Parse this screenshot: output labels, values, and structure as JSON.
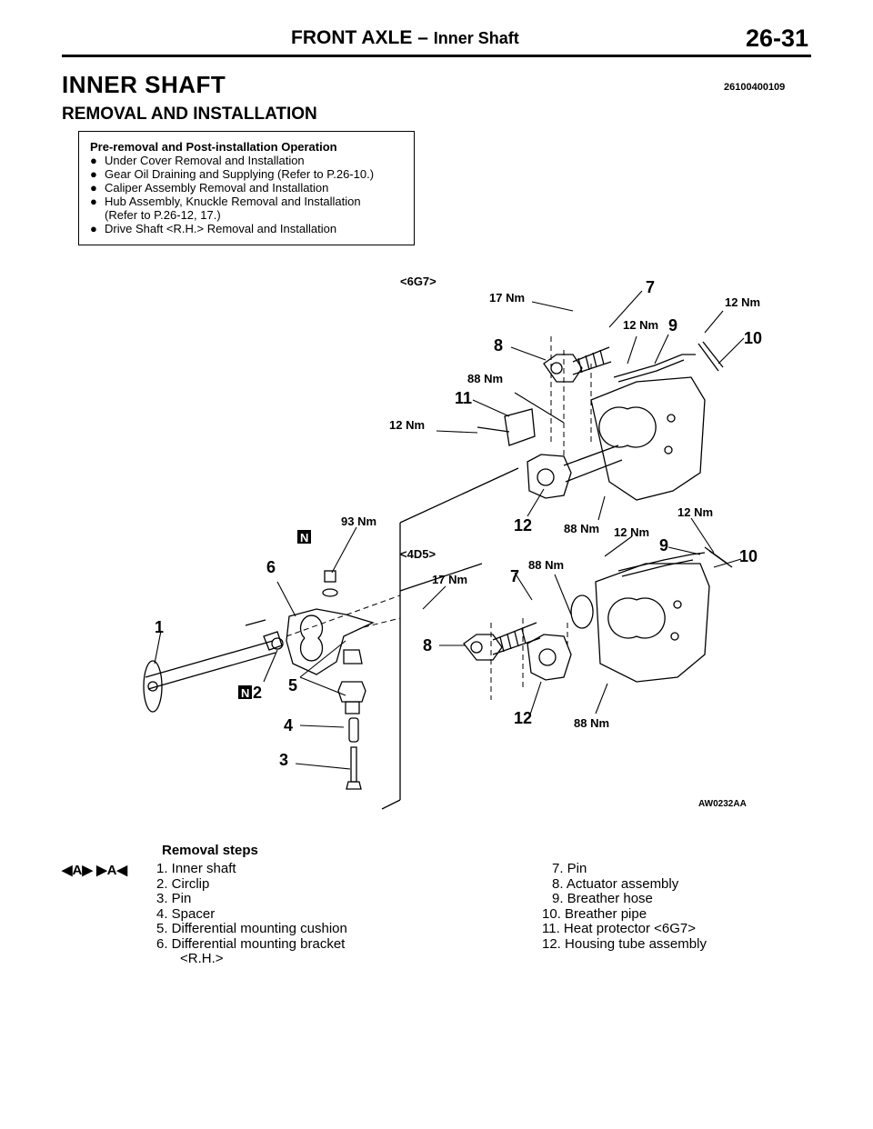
{
  "header": {
    "chapter": "FRONT AXLE",
    "dash": "–",
    "topic": "Inner Shaft",
    "page_no": "26-31"
  },
  "section": {
    "title": "INNER SHAFT",
    "code": "26100400109",
    "subtitle": "REMOVAL AND INSTALLATION"
  },
  "pre_op": {
    "title": "Pre-removal and Post-installation Operation",
    "items": [
      "Under Cover Removal and Installation",
      "Gear Oil Draining and Supplying (Refer to P.26-10.)",
      "Caliper Assembly Removal and Installation",
      "Hub Assembly, Knuckle Removal and Installation",
      "Drive Shaft <R.H.> Removal and Installation"
    ],
    "item4_cont": "(Refer to P.26-12, 17.)"
  },
  "figure": {
    "id": "AW0232AA",
    "engines": [
      "<6G7>",
      "<4D5>"
    ],
    "torques": [
      "17 Nm",
      "12 Nm",
      "88 Nm",
      "93 Nm"
    ],
    "callouts": [
      "1",
      "2",
      "3",
      "4",
      "5",
      "6",
      "7",
      "8",
      "9",
      "10",
      "11",
      "12"
    ],
    "new_part_mark": "N"
  },
  "removal": {
    "title": "Removal steps",
    "ref_marks": "◀A▶ ▶A◀",
    "left_steps": [
      "1. Inner shaft",
      "2. Circlip",
      "3. Pin",
      "4. Spacer",
      "5. Differential mounting cushion",
      "6. Differential mounting bracket",
      "<R.H.>"
    ],
    "right_steps": [
      "7. Pin",
      "8. Actuator assembly",
      "9. Breather hose",
      "10. Breather pipe",
      "11. Heat protector <6G7>",
      "12. Housing tube assembly"
    ]
  }
}
